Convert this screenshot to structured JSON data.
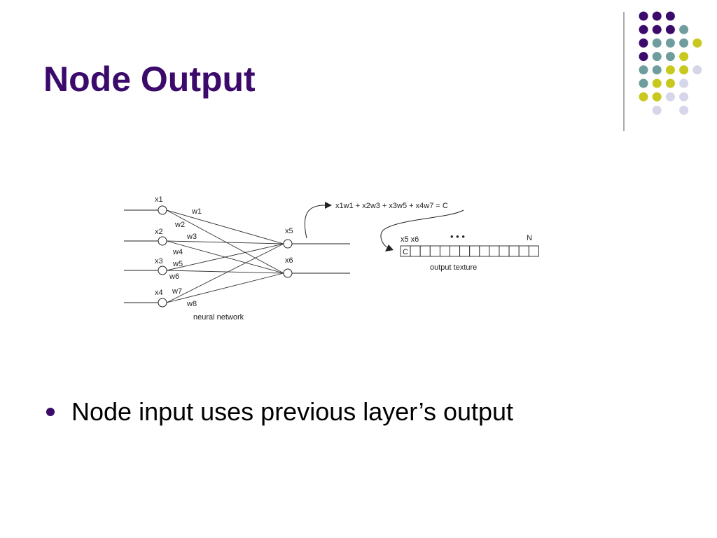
{
  "slide": {
    "title": "Node Output",
    "bullets": [
      "Node input uses previous layer’s output"
    ]
  },
  "colors": {
    "title": "#3b0a6b",
    "dot_purple": "#3b0a6b",
    "dot_teal": "#6f9c9c",
    "dot_yellow": "#c8c81e",
    "dot_lavender": "#d6d6ea"
  },
  "decoration": {
    "dot_rows": [
      [
        "purple",
        "purple",
        "purple",
        "none",
        "none"
      ],
      [
        "purple",
        "purple",
        "purple",
        "teal",
        "none"
      ],
      [
        "purple",
        "teal",
        "teal",
        "teal",
        "yellow"
      ],
      [
        "purple",
        "teal",
        "teal",
        "yellow",
        "none"
      ],
      [
        "teal",
        "teal",
        "yellow",
        "yellow",
        "lavender"
      ],
      [
        "teal",
        "yellow",
        "yellow",
        "lavender",
        "none"
      ],
      [
        "yellow",
        "yellow",
        "lavender",
        "lavender",
        "none"
      ],
      [
        "none",
        "lavender",
        "none",
        "lavender",
        "none"
      ]
    ]
  },
  "diagram": {
    "inputs": [
      "x1",
      "x2",
      "x3",
      "x4"
    ],
    "outputs": [
      "x5",
      "x6"
    ],
    "weights": [
      "w1",
      "w2",
      "w3",
      "w4",
      "w5",
      "w6",
      "w7",
      "w8"
    ],
    "network_caption": "neural network",
    "formula": "x1w1 + x2w3 + x3w5 + x4w7  = C",
    "texture_header": "x5 x6",
    "texture_ellipsis": "•   •   •",
    "texture_end_label": "N",
    "texture_first_cell": "C",
    "texture_caption": "output texture"
  }
}
